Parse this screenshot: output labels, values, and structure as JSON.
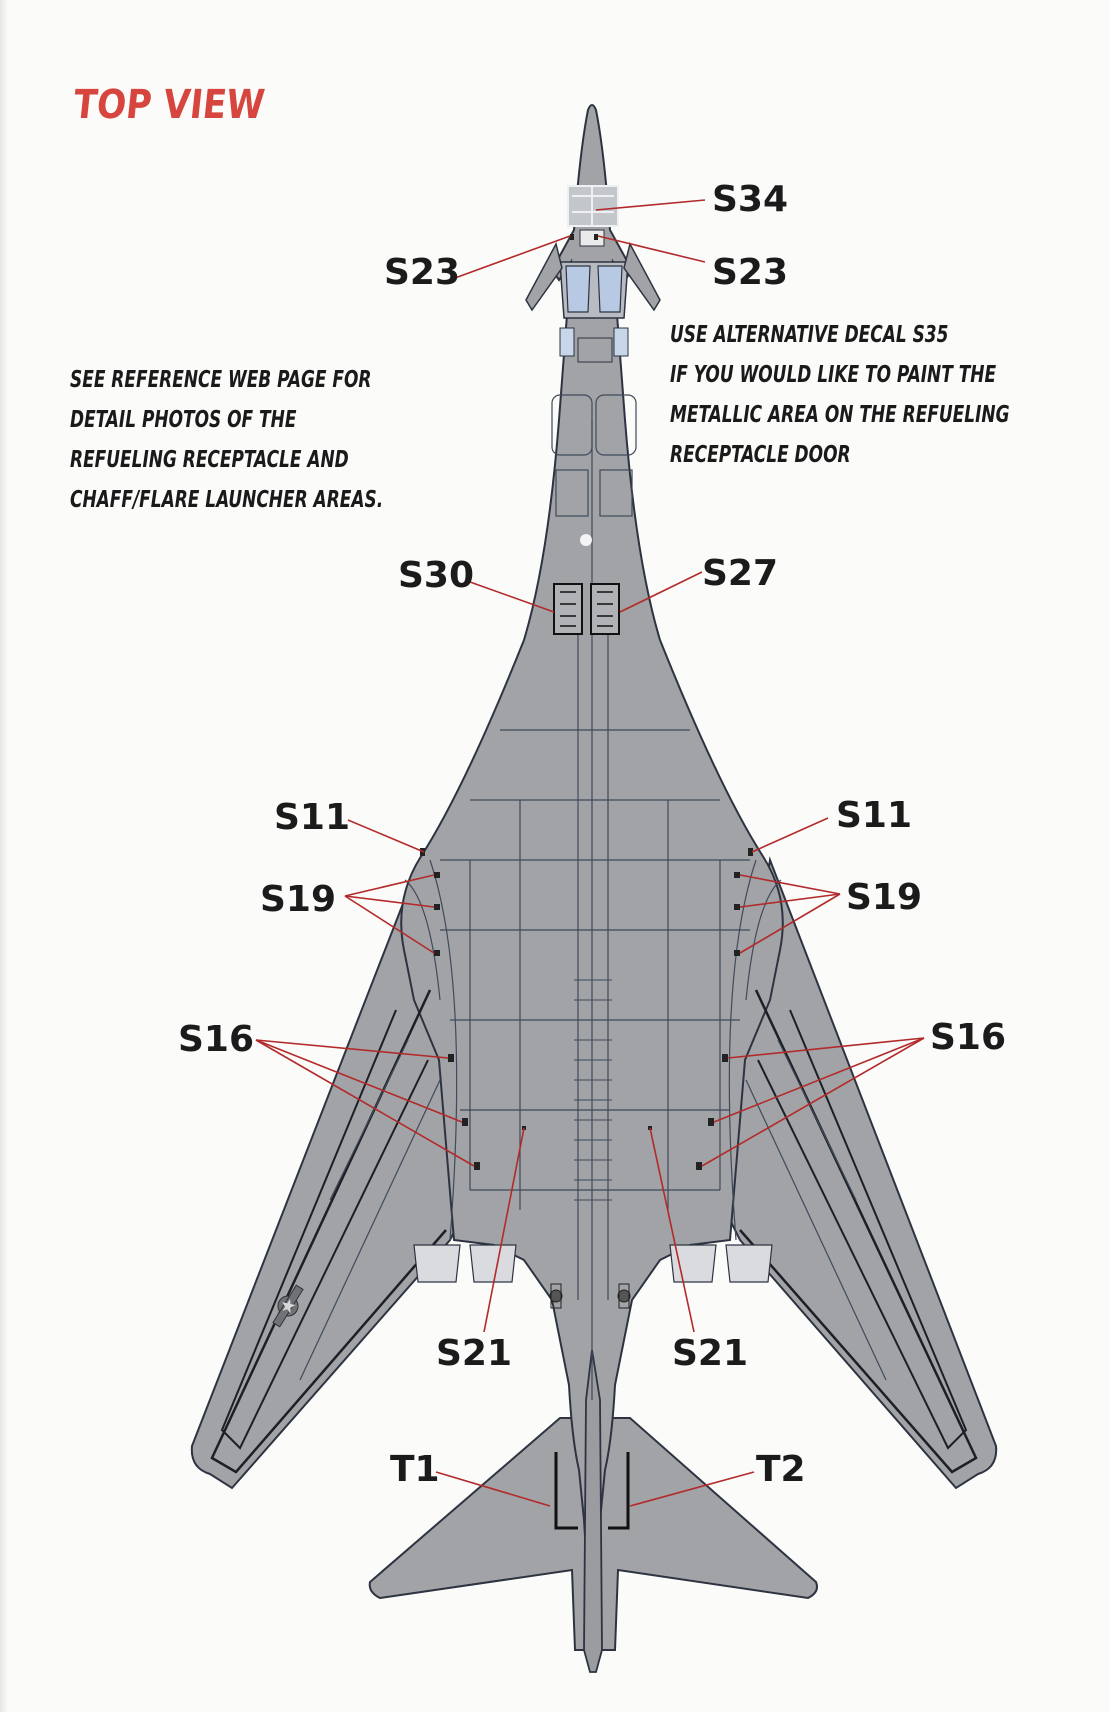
{
  "title": "TOP VIEW",
  "notes": {
    "left": [
      "SEE REFERENCE WEB PAGE FOR",
      "DETAIL PHOTOS OF THE",
      "REFUELING RECEPTACLE AND",
      "CHAFF/FLARE LAUNCHER AREAS."
    ],
    "right": [
      "USE ALTERNATIVE DECAL S35",
      "IF YOU WOULD LIKE TO PAINT THE",
      "METALLIC AREA ON THE REFUELING",
      "RECEPTACLE DOOR"
    ]
  },
  "callouts": {
    "s34": "S34",
    "s23_left": "S23",
    "s23_right": "S23",
    "s30": "S30",
    "s27": "S27",
    "s11_left": "S11",
    "s11_right": "S11",
    "s19_left": "S19",
    "s19_right": "S19",
    "s16_left": "S16",
    "s16_right": "S16",
    "s21_left": "S21",
    "s21_right": "S21",
    "t1": "T1",
    "t2": "T2"
  },
  "colors": {
    "title": "#d6463f",
    "airframe": "#a1a3a7",
    "panel_lines": "#3f4a5a",
    "leader_lines": "#b32a2a",
    "text": "#1b1b1b"
  }
}
